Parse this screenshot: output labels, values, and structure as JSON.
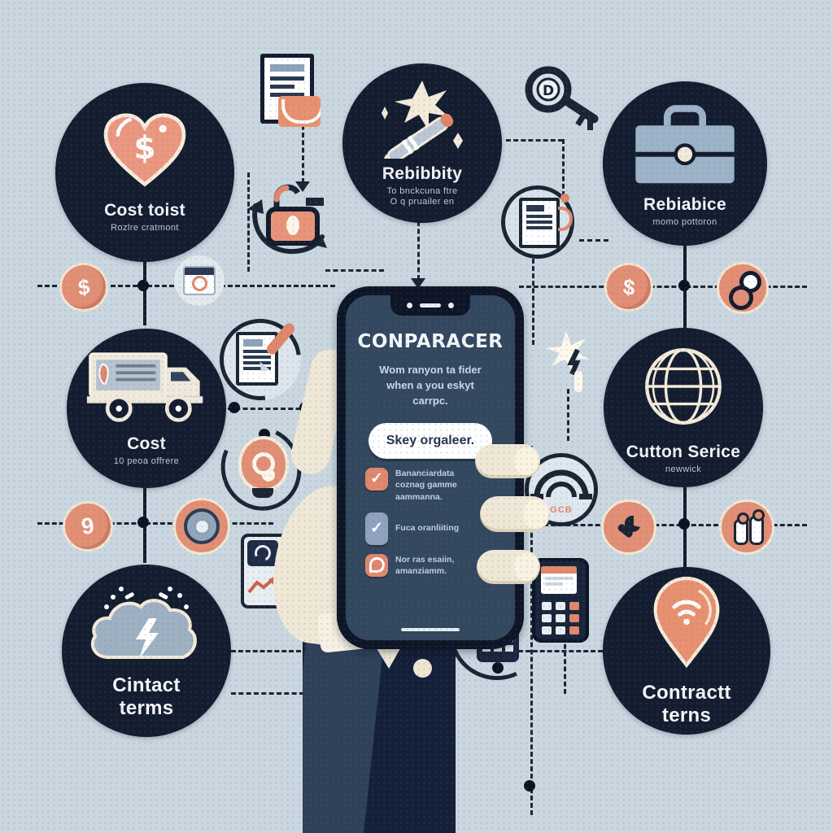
{
  "palette": {
    "background": "#cad7e0",
    "node_circle": "#141d30",
    "accent_salmon": "#e28f76",
    "accent_cream": "#f3ead8",
    "connector": "#1b2433",
    "phone_screen": "#33475f",
    "slate_icon": "#9db3c7"
  },
  "nodes": {
    "cost_toist": {
      "label": "Cost toist",
      "subtitle": "Rozlre cratmont"
    },
    "rebibbity": {
      "label": "Rebibbity",
      "subtitle": "To bnckcuna ftre",
      "subtitle2": "O q pruailer en"
    },
    "rebiabice": {
      "label": "Rebiabice",
      "subtitle": "momo pottoron"
    },
    "cost": {
      "label": "Cost",
      "subtitle": "10 peoa offrere"
    },
    "cutton_serice": {
      "label": "Cutton Serice",
      "subtitle": "newwick"
    },
    "cintact_terms": {
      "label": "Cintact",
      "label2": "terms"
    },
    "contract_terms": {
      "label": "Contractt",
      "label2": "terns"
    }
  },
  "phone": {
    "title": "CONPARACER",
    "body_line1": "Wom ranyon ta fider",
    "body_line2": "when a you eskyt",
    "body_line3": "carrpc.",
    "button_label": "Skey orgaleer.",
    "checklist": [
      {
        "line1": "Bananciardata",
        "line2": "coznag gamme",
        "line3": "aammanna."
      },
      {
        "line1": "Fuca oranliiting",
        "line2": "",
        "line3": ""
      },
      {
        "line1": "Nor ras esaiin,",
        "line2": "amanziamm.",
        "line3": ""
      }
    ]
  },
  "badges": {
    "coin_top_left": "$",
    "coin_top_right": "$",
    "coin_mid_left": "9",
    "gauge_label": "GCB"
  }
}
